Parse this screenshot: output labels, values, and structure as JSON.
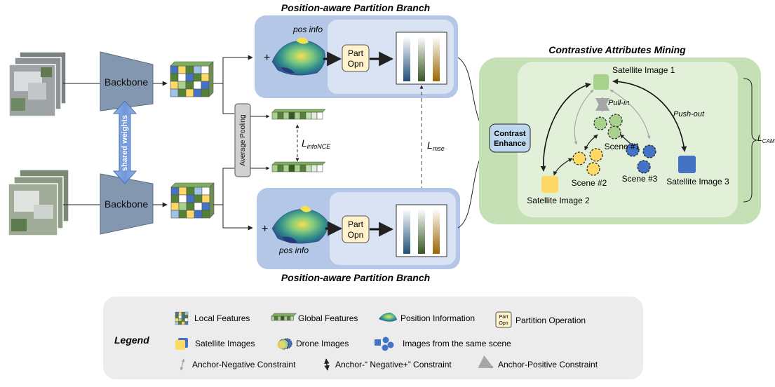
{
  "branch_top": {
    "title": "Position-aware Partition Branch",
    "pos_info": "pos info",
    "plus": "+",
    "part_op": [
      "Part",
      "Opn"
    ]
  },
  "branch_bottom": {
    "title": "Position-aware Partition Branch",
    "pos_info": "pos info",
    "plus": "+",
    "part_op": [
      "Part",
      "Opn"
    ]
  },
  "backbone_top": "Backbone",
  "backbone_bottom": "Backbone",
  "shared_weights": "shared weights",
  "average_pooling": "Average Pooling",
  "loss_infonce": {
    "main": "L",
    "sub": "infoNCE"
  },
  "loss_mse": {
    "main": "L",
    "sub": "mse"
  },
  "loss_cam": {
    "main": "L",
    "sub": "CAM"
  },
  "contrast_enhance": [
    "Contrast",
    "Enhance"
  ],
  "cam": {
    "title": "Contrastive Attributes Mining",
    "sat1": "Satellite Image 1",
    "sat2": "Satellite Image 2",
    "sat3": "Satellite Image 3",
    "scene1": "Scene #1",
    "scene2": "Scene #2",
    "scene3": "Scene #3",
    "pull_in": "Pull-in",
    "push_out": "Push-out"
  },
  "legend": {
    "title": "Legend",
    "local_features": "Local Features",
    "global_features": "Global Features",
    "position_information": "Position Information",
    "partition_operation": "Partition Operation",
    "part_icon": [
      "Part",
      "Opn"
    ],
    "satellite_images": "Satellite Images",
    "drone_images": "Drone Images",
    "same_scene": "Images from the same scene",
    "anchor_negative": "Anchor-Negative Constraint",
    "anchor_negative_plus": "Anchor-“ Negative+” Constraint",
    "anchor_positive": "Anchor-Positive Constraint"
  },
  "colors": {
    "branch_outer": "#b4c7e7",
    "branch_inner": "#dae3f3",
    "cam_outer": "#c5e0b4",
    "cam_inner": "#e2f0d9",
    "part_box": "#fff2cc",
    "contrast_box": "#bdd7ee",
    "legend_bg": "#ececec",
    "satellite_green": "#a9d18e",
    "satellite_yellow": "#ffd966",
    "satellite_blue": "#4472c4"
  }
}
